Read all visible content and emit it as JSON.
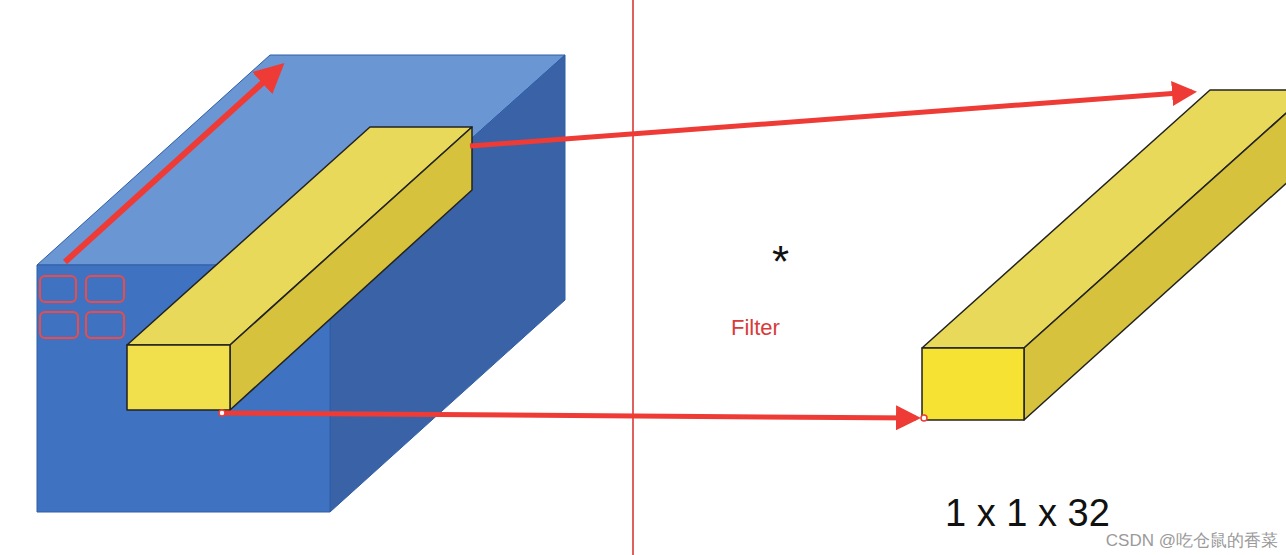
{
  "diagram": {
    "labels": [
      "*",
      "Filter",
      "1 x 1 x 32",
      "CSDN @吃仓鼠的香菜"
    ]
  }
}
